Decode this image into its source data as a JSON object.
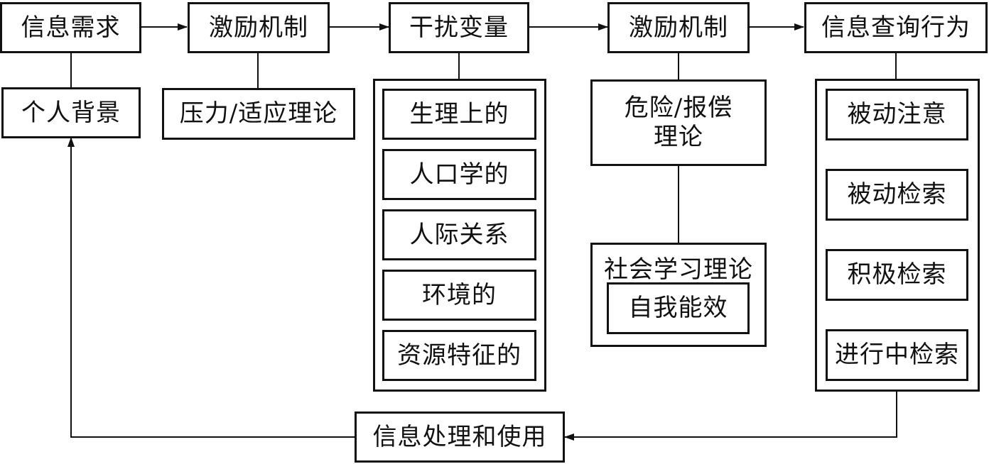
{
  "nodes": {
    "info_need": "信息需求",
    "personal_background": "个人背景",
    "motivation1": "激励机制",
    "stress_coping": "压力/适应理论",
    "intervening_vars": "干扰变量",
    "iv_items": [
      "生理上的",
      "人口学的",
      "人际关系",
      "环境的",
      "资源特征的"
    ],
    "motivation2": "激励机制",
    "risk_reward_line1": "危险/报偿",
    "risk_reward_line2": "理论",
    "social_learning": "社会学习理论",
    "self_efficacy": "自我能效",
    "info_seeking": "信息查询行为",
    "seeking_items": [
      "被动注意",
      "被动检索",
      "积极检索",
      "进行中检索"
    ],
    "info_processing": "信息处理和使用"
  },
  "colors": {
    "line": "#111111",
    "background": "#ffffff"
  }
}
